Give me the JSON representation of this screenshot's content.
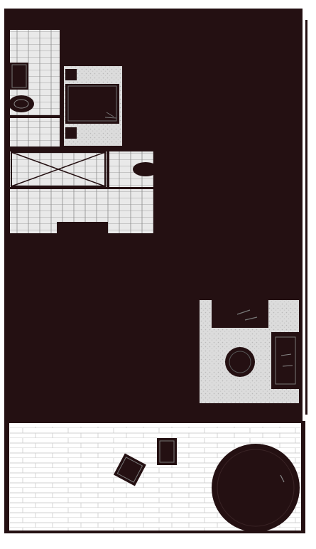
{
  "colors": {
    "wall": "#241012",
    "tile": "#e9e9e9",
    "tile_line": "#8a8a8a",
    "carpet": "#d9d9d9",
    "deck": "#ffffff",
    "deck_line": "#cfcfcf",
    "furniture": "#241012"
  },
  "plan": {
    "rooms": [
      "bathroom",
      "bedroom",
      "hallway",
      "laundry",
      "living-room",
      "balcony"
    ],
    "icons": [
      "toilet-icon",
      "bed-icon",
      "nightstand-icon",
      "closet-icon",
      "sink-icon",
      "sofa-icon",
      "round-table-icon",
      "tv-cabinet-icon",
      "chair-icon",
      "round-lounge-icon"
    ]
  }
}
